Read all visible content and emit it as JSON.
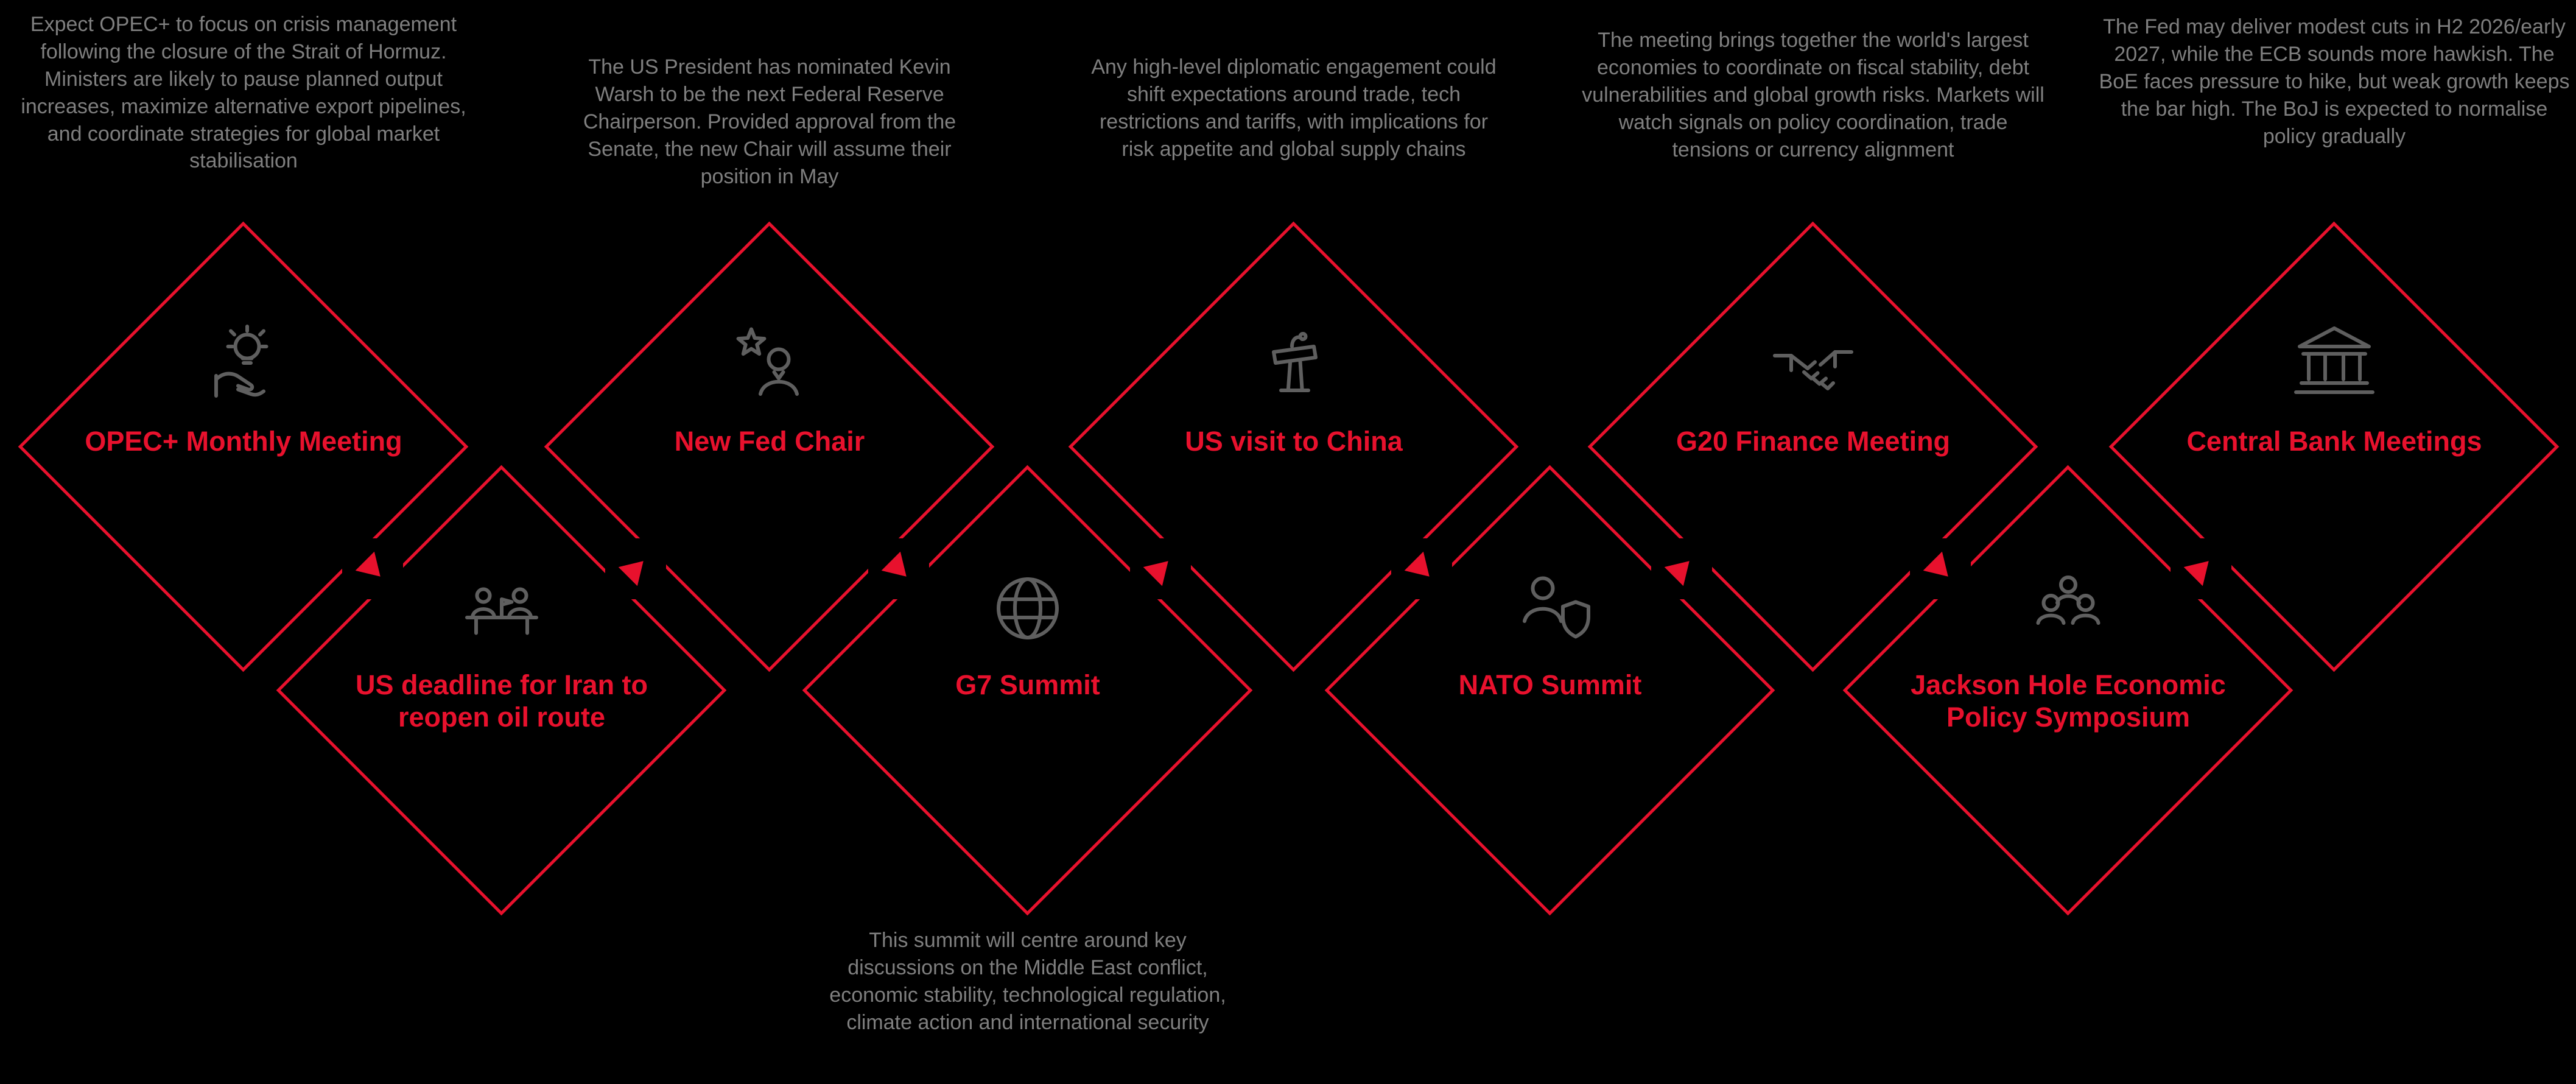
{
  "diagram": {
    "type": "zigzag-event-timeline",
    "background": "#000000",
    "colors": {
      "accent_red": "#e8112d",
      "description_gray": "#7f7f7f",
      "icon_gray": "#5f5f5f"
    },
    "connectors": {
      "arrowheads": 8,
      "direction": "left-to-right",
      "arrow_icon": "flow-arrow-icon"
    }
  },
  "events": [
    {
      "title": "OPEC+ Monthly Meeting",
      "row": "top",
      "icon": "hand-lightbulb-icon",
      "description": "Expect OPEC+ to focus on crisis management following the closure of the Strait of Hormuz. Ministers are likely to pause planned output increases, maximize alternative export pipelines, and coordinate strategies for global market stabilisation"
    },
    {
      "title": "US deadline for Iran to reopen oil route",
      "row": "bottom",
      "icon": "meeting-table-icon"
    },
    {
      "title": "New Fed Chair",
      "row": "top",
      "icon": "star-person-icon",
      "description": "The US President has nominated Kevin Warsh to be the next Federal Reserve Chairperson. Provided approval from the Senate, the new Chair will assume their position in May"
    },
    {
      "title": "G7 Summit",
      "row": "bottom",
      "icon": "globe-icon",
      "description": "This summit will centre around key discussions on the Middle East conflict, economic stability, technological regulation, climate action and international security"
    },
    {
      "title": "US visit to China",
      "row": "top",
      "icon": "podium-icon",
      "description": "Any high-level diplomatic engagement could shift expectations around trade, tech restrictions and tariffs, with implications for risk appetite and global supply chains"
    },
    {
      "title": "NATO Summit",
      "row": "bottom",
      "icon": "person-shield-icon"
    },
    {
      "title": "G20 Finance Meeting",
      "row": "top",
      "icon": "handshake-icon",
      "description": "The meeting brings together the world's largest economies to coordinate on fiscal stability, debt vulnerabilities and global growth risks. Markets will watch signals on policy coordination, trade tensions or currency alignment"
    },
    {
      "title": "Jackson Hole Economic Policy Symposium",
      "row": "bottom",
      "icon": "people-group-icon"
    },
    {
      "title": "Central Bank Meetings",
      "row": "top",
      "icon": "bank-icon",
      "description": "The Fed may deliver modest cuts in H2 2026/early 2027, while the ECB sounds more hawkish. The BoE faces pressure to hike, but weak growth keeps the bar high. The BoJ is expected to normalise policy gradually"
    }
  ]
}
